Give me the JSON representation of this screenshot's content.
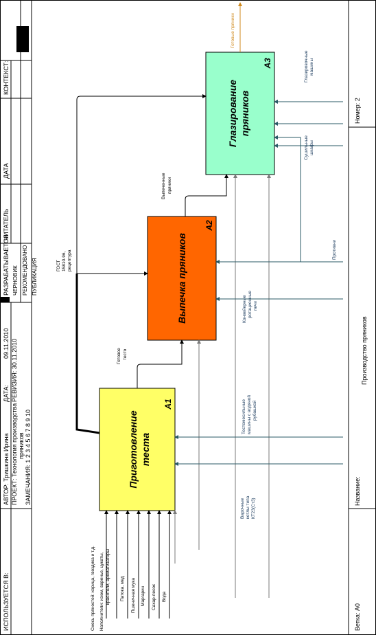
{
  "header": {
    "used_at": "ИСПОЛЬЗУЕТСЯ В:",
    "author": "АВТОР: Тришкина Ирина",
    "date_label": "ДАТА:",
    "date_value": "09.11.2010",
    "project": "ПРОЕКТ: Технология производства",
    "project_line2": "пряников",
    "revision": "РЕВИЗИЯ: 30.11.2010",
    "notes": "ЗАМЕЧАНИЯ: 1 2 3 4 5 6 7 8 9 10",
    "status_working": "РАЗРАБАТЫВАЕТСЯ",
    "status_draft": "ЧЕРНОВИК",
    "status_recommended": "РЕКОМЕНДОВАНО",
    "status_publication": "ПУБЛИКАЦИЯ",
    "reader": "ЧИТАТЕЛЬ",
    "date_col": "ДАТА",
    "context": "КОНТЕКСТ:"
  },
  "footer": {
    "node": "Ветка: А0",
    "title_label": "Название:",
    "title": "Производство пряников",
    "number": "Номер: 2"
  },
  "boxes": [
    {
      "title_line1": "Приготовление",
      "title_line2": "теста",
      "num": "A1",
      "color": "#ffff66"
    },
    {
      "title_line1": "Выпечка пряников",
      "title_line2": "",
      "num": "A2",
      "color": "#ff6600"
    },
    {
      "title_line1": "Глазирование",
      "title_line2": "пряников",
      "num": "A3",
      "color": "#99ffcc"
    }
  ],
  "inputs": [
    "Смесь пряностей: корица, гвоздика и т.д.",
    "Наполнители: изюм, варенье, цукаты,",
    "красители, ароматизаторы",
    "Патока, мед",
    "Пшеничная мука",
    "Маргарин",
    "Сахар-песок",
    "Вода"
  ],
  "arrows": {
    "gost_line1": "ГОСТ",
    "gost_line2": "15810-96,",
    "gost_line3": "рецептура",
    "dough_line1": "Готовое",
    "dough_line2": "тесто",
    "baked_line1": "Выпеченные",
    "baked_line2": "пряники",
    "output": "Готовые пряники",
    "boilers_line1": "Варочные",
    "boilers_line2": "котлы типа",
    "boilers_line3": "КТ23(Ст3)",
    "mixers_line1": "Тестомесильные",
    "mixers_line2": "машины с водяной",
    "mixers_line3": "рубашкой",
    "ovens_line1": "Конвейерные",
    "ovens_line2": "ротационные",
    "ovens_line3": "печи",
    "trays": "Противни",
    "dryers_line1": "Сушильные",
    "dryers_line2": "шкафы",
    "glazers_line1": "Глазировочные",
    "glazers_line2": "машины"
  }
}
